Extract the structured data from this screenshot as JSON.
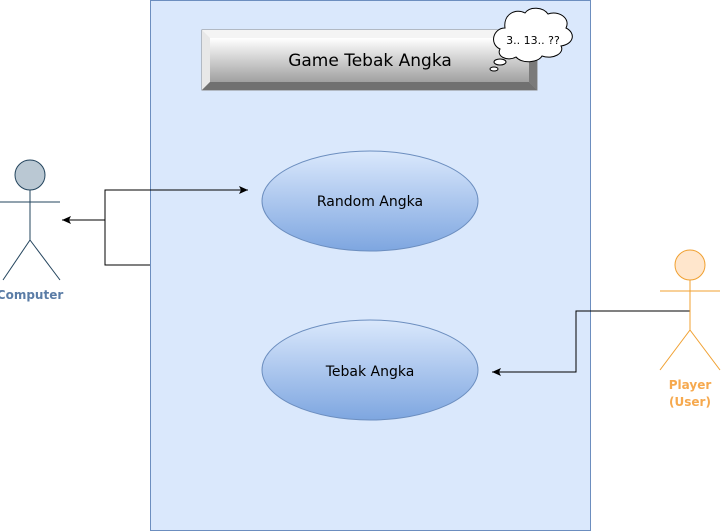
{
  "diagram": {
    "title": "Game Tebak Angka",
    "thought_bubble": "3.. 13.. ??",
    "use_cases": [
      {
        "id": "random",
        "label": "Random Angka"
      },
      {
        "id": "tebak",
        "label": "Tebak Angka"
      }
    ],
    "actors": [
      {
        "id": "computer",
        "label": "Computer",
        "color": "#5a7ca6",
        "head_fill": "#bac8d3",
        "head_stroke": "#23445d"
      },
      {
        "id": "player",
        "label_line1": "Player",
        "label_line2": "(User)",
        "color": "#f6a94e",
        "head_fill": "#ffe6cc",
        "head_stroke": "#f0a030"
      }
    ],
    "colors": {
      "system_fill": "#dae8fc",
      "system_stroke": "#6c8ebf",
      "usecase_fill_top": "#dae8fc",
      "usecase_fill_bottom": "#7ea6e0",
      "title_fill_top": "#ffffff",
      "title_fill_bottom": "#9a9a9a"
    }
  }
}
